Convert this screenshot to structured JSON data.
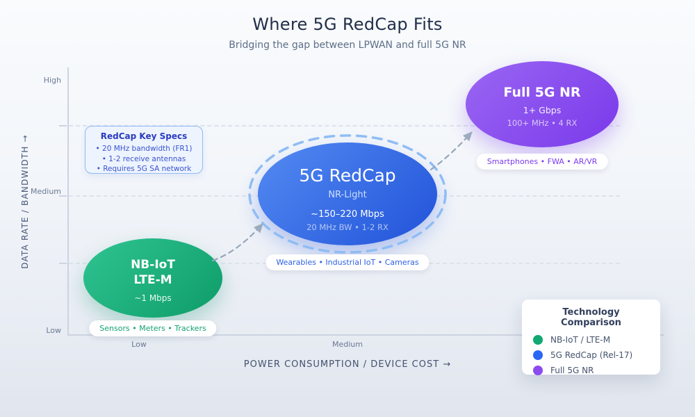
{
  "header": {
    "title": "Where 5G RedCap Fits",
    "subtitle": "Bridging the gap between LPWAN and full 5G NR"
  },
  "axes": {
    "y_title": "DATA RATE / BANDWIDTH →",
    "x_title": "POWER CONSUMPTION / DEVICE COST →",
    "y_ticks": [
      "High",
      "Medium",
      "Low"
    ],
    "x_ticks": [
      "Low",
      "Medium"
    ]
  },
  "specs_box": {
    "title": "RedCap Key Specs",
    "items": [
      "• 20 MHz bandwidth (FR1)",
      "• 1-2 receive antennas",
      "• Requires 5G SA network"
    ]
  },
  "bubbles": {
    "nbiot": {
      "name_line1": "NB-IoT",
      "name_line2": "LTE-M",
      "rate": "~1 Mbps",
      "pill": "Sensors • Meters • Trackers",
      "color": "#10a873"
    },
    "redcap": {
      "title": "5G RedCap",
      "subtitle": "NR-Light",
      "rate": "~150–220 Mbps",
      "detail": "20 MHz BW • 1-2 RX",
      "pill": "Wearables • Industrial IoT • Cameras",
      "color": "#2b63e6"
    },
    "full5g": {
      "title": "Full 5G NR",
      "rate": "1+ Gbps",
      "detail": "100+ MHz • 4 RX",
      "pill": "Smartphones • FWA • AR/VR",
      "color": "#8b4bf0"
    }
  },
  "legend": {
    "title": "Technology Comparison",
    "items": [
      {
        "label": "NB-IoT / LTE-M",
        "color": "#10a873"
      },
      {
        "label": "5G RedCap (Rel-17)",
        "color": "#2968f5"
      },
      {
        "label": "Full 5G NR",
        "color": "#8b4bf0"
      }
    ]
  }
}
